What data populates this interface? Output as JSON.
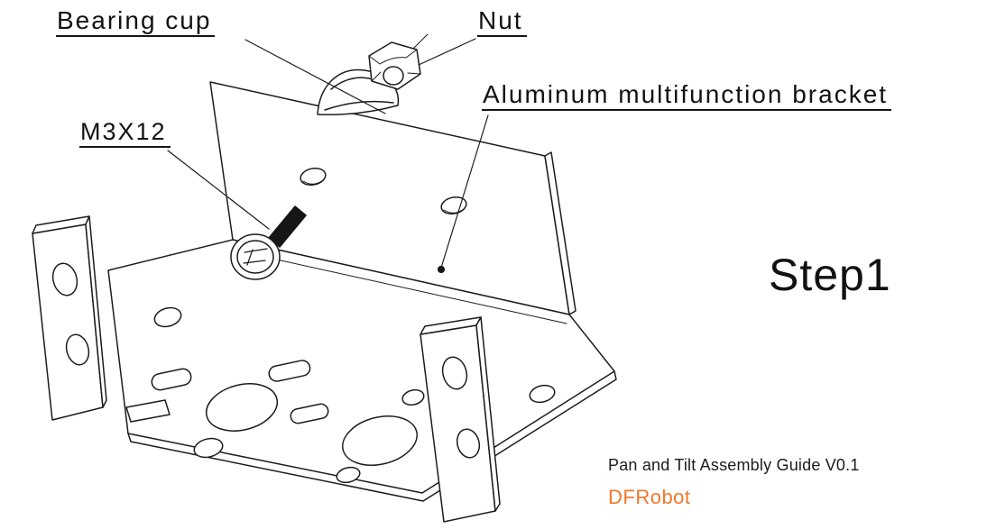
{
  "diagram": {
    "step_label": "Step1",
    "callouts": {
      "bearing_cup": "Bearing cup",
      "nut": "Nut",
      "aluminum_bracket": "Aluminum multifunction bracket",
      "screw": "M3X12"
    },
    "parts": [
      {
        "name": "bearing-cup"
      },
      {
        "name": "nut"
      },
      {
        "name": "aluminum-multifunction-bracket"
      },
      {
        "name": "m3x12-screw"
      },
      {
        "name": "left-mount-bracket"
      },
      {
        "name": "front-mount-bracket"
      },
      {
        "name": "base-plate"
      }
    ]
  },
  "footer": {
    "guide_title": "Pan and Tilt Assembly Guide V0.1",
    "brand": "DFRobot"
  },
  "colors": {
    "line": "#1c1c1c",
    "brand_orange": "#f0782a",
    "background": "#ffffff"
  }
}
